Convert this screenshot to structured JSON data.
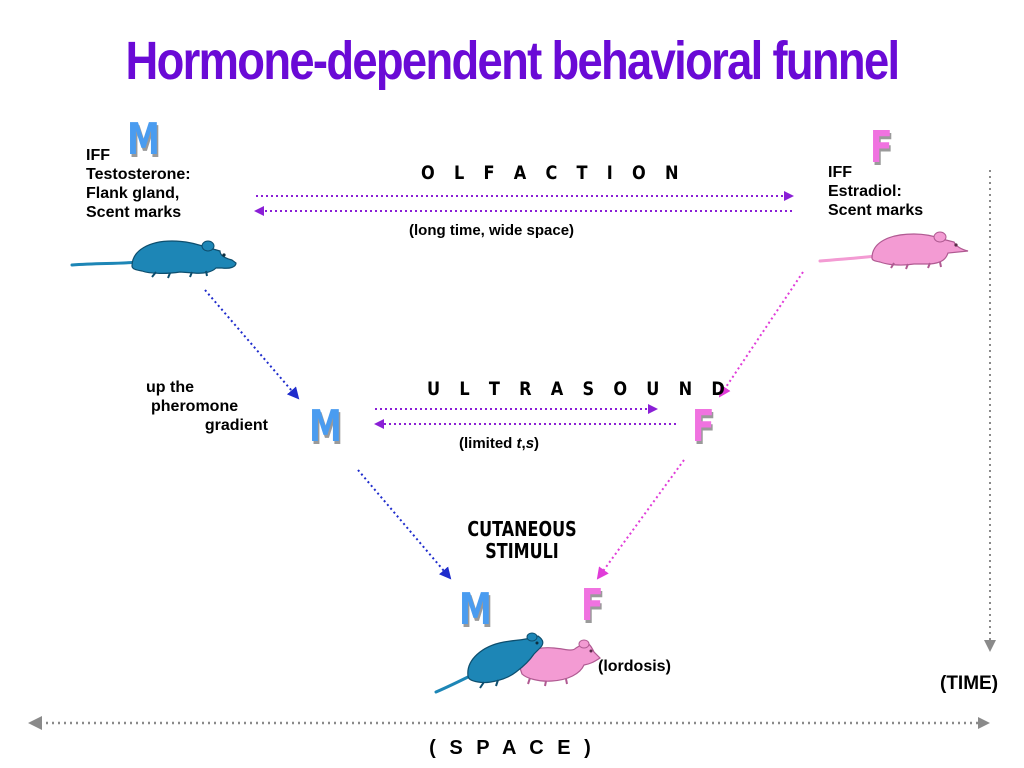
{
  "title": "Hormone-dependent behavioral funnel",
  "colors": {
    "title": "#6a0ad6",
    "male": "#4a9cf0",
    "female": "#f072e0",
    "male_rat": "#1d86b6",
    "female_rat": "#f39bd3",
    "olfaction_arrows": "#8a1fd6",
    "male_path": "#1f2ccc",
    "female_path": "#e03cd8",
    "axis": "#8a8a8a"
  },
  "top_left": {
    "sex": "M",
    "lines": [
      "IFF",
      "Testosterone:",
      "Flank gland,",
      "Scent marks"
    ]
  },
  "top_right": {
    "sex": "F",
    "lines": [
      "IFF",
      "Estradiol:",
      "Scent marks"
    ]
  },
  "olfaction": {
    "label": "O L F A C T I O N",
    "note": "(long time, wide space)"
  },
  "middle_left": {
    "sex": "M",
    "lines": [
      "up the",
      "pheromone",
      "gradient"
    ]
  },
  "middle_right": {
    "sex": "F"
  },
  "ultrasound": {
    "label": "U L T R A S O U N D",
    "note_open": "(limited ",
    "note_t": "t",
    "note_comma": ",",
    "note_s": "s",
    "note_close": ")"
  },
  "cutaneous": {
    "line1": "CUTANEOUS",
    "line2": "STIMULI"
  },
  "bottom": {
    "male": "M",
    "female": "F",
    "note": "(lordosis)"
  },
  "time_label": "(TIME)",
  "space_label": "( S P A C E )"
}
